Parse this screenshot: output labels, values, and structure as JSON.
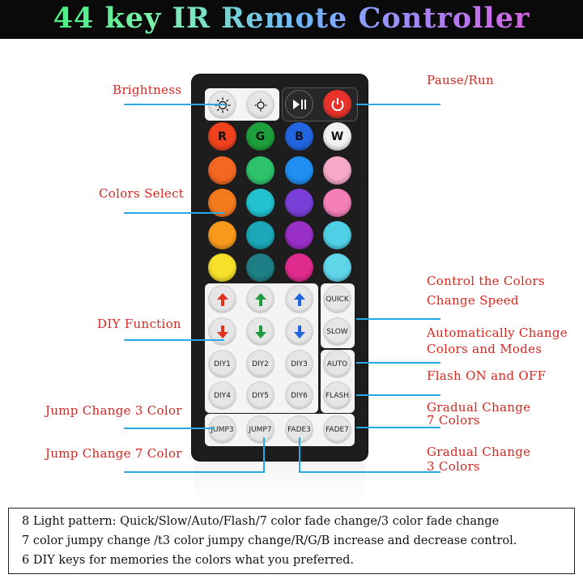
{
  "title": "44 key IR Remote Controller",
  "labels": {
    "brightness": "Brightness",
    "colors_select": "Colors Select",
    "diy_function": "DIY Function",
    "jump3": "Jump Change 3 Color",
    "jump7": "Jump Change 7 Color",
    "pause_run": "Pause/Run",
    "speed_1": "Control the Colors",
    "speed_2": "Change Speed",
    "auto_1": "Automatically Change",
    "auto_2": "Colors and Modes",
    "flash": "Flash ON and OFF",
    "fade7_1": "Gradual Change",
    "fade7_2": "7 Colors",
    "fade3_1": "Gradual Change",
    "fade3_2": "3 Colors"
  },
  "remote": {
    "top_row": [
      "brightness-up-icon",
      "brightness-down-icon",
      "play-pause-icon",
      "power-icon"
    ],
    "rgbw": [
      "R",
      "G",
      "B",
      "W"
    ],
    "color_rows": [
      [
        "#f0421e",
        "#1ea03c",
        "#2166e0",
        "#f2f2f2"
      ],
      [
        "#f26722",
        "#2ec36a",
        "#1f8ef0",
        "#f7a9c8"
      ],
      [
        "#f47a1e",
        "#22c2d0",
        "#7a3fd8",
        "#f57fb8"
      ],
      [
        "#f99a1c",
        "#1ca8b8",
        "#9a2fc8",
        "#4fd0e6"
      ],
      [
        "#f6e02a",
        "#1f7f86",
        "#e02b8e",
        "#5fd6ea"
      ]
    ],
    "arrows": {
      "up_colors": [
        "#e0341e",
        "#1e9a3c",
        "#2166e0"
      ],
      "down_colors": [
        "#e0341e",
        "#1e9a3c",
        "#2166e0"
      ]
    },
    "buttons": {
      "quick": "QUICK",
      "slow": "SLOW",
      "diy1": "DIY1",
      "diy2": "DIY2",
      "diy3": "DIY3",
      "diy4": "DIY4",
      "diy5": "DIY5",
      "diy6": "DIY6",
      "auto": "AUTO",
      "flash": "FLASH",
      "jump3": "JUMP3",
      "jump7": "JUMP7",
      "fade3": "FADE3",
      "fade7": "FADE7"
    }
  },
  "note": {
    "line1": "8 Light pattern: Quick/Slow/Auto/Flash/7 color fade change/3 color fade change",
    "line2": "7 color jumpy change /t3 color jumpy change/R/G/B increase and decrease control.",
    "line3": "6 DIY keys for memories the colors what you preferred."
  },
  "colors": {
    "label_red": "#d8261e",
    "line_blue": "#29a8e8",
    "remote_body": "#1d1d1d"
  }
}
